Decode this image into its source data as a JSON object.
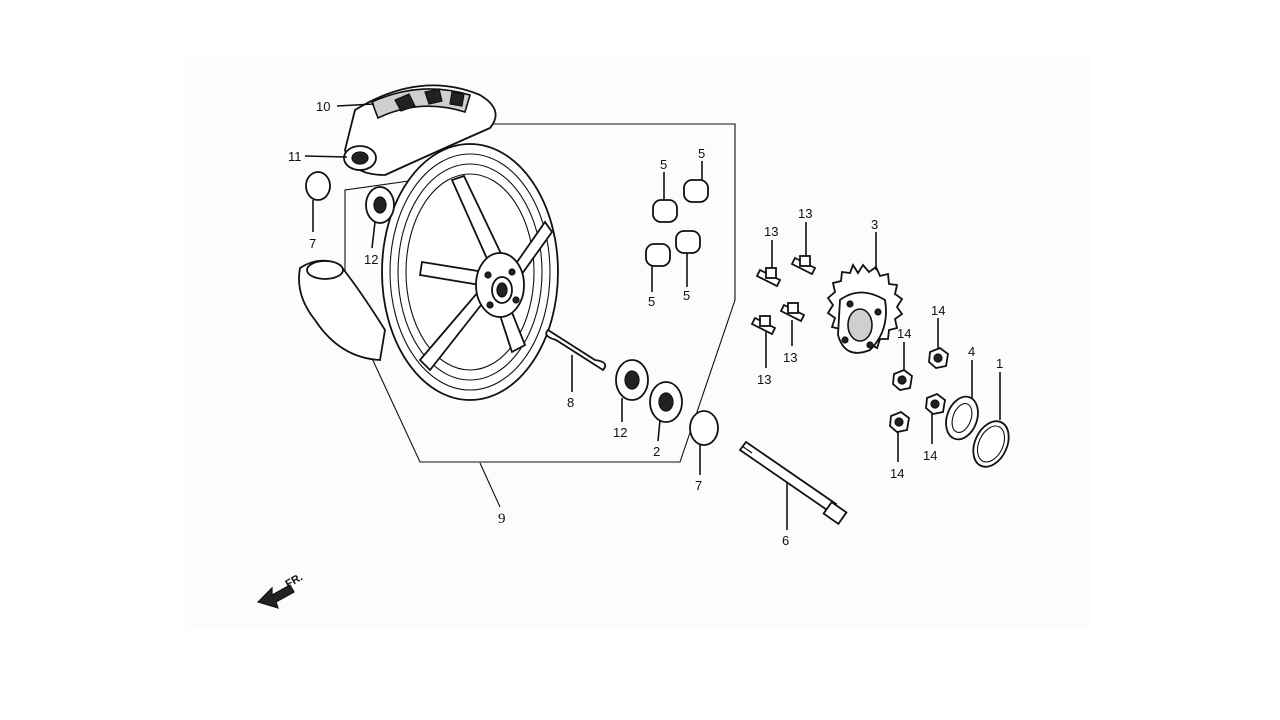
{
  "diagram": {
    "callouts": {
      "c10": "10",
      "c11": "11",
      "c7a": "7",
      "c12a": "12",
      "c5a": "5",
      "c5b": "5",
      "c5c": "5",
      "c5d": "5",
      "c13a": "13",
      "c13b": "13",
      "c13c": "13",
      "c13d": "13",
      "c3": "3",
      "c14a": "14",
      "c14b": "14",
      "c14c": "14",
      "c14d": "14",
      "c4": "4",
      "c1": "1",
      "c8": "8",
      "c12b": "12",
      "c2": "2",
      "c7b": "7",
      "c6": "6",
      "c9": "9"
    },
    "front_arrow": {
      "label": "FR."
    }
  }
}
